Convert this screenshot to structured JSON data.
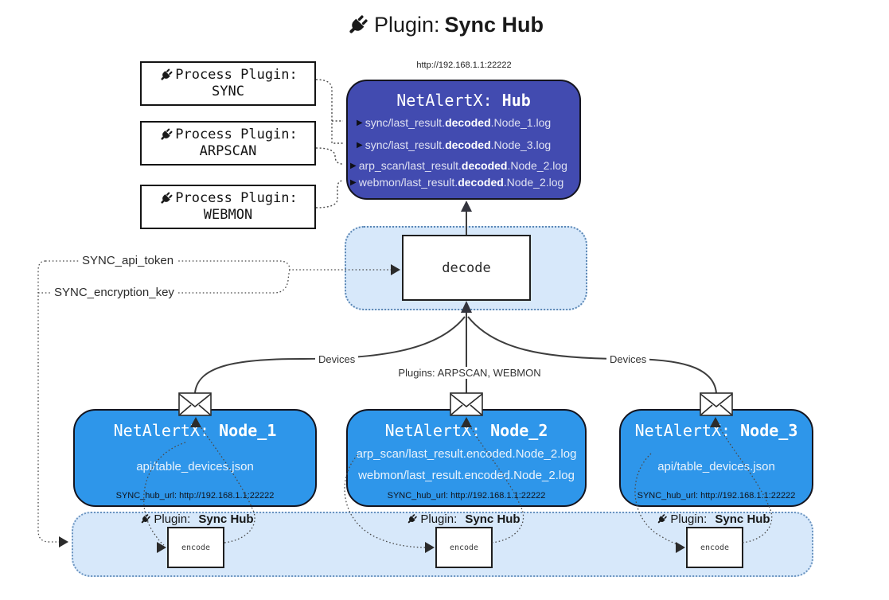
{
  "title": {
    "prefix": "Plugin:",
    "bold": "Sync Hub"
  },
  "process_plugins": [
    {
      "label": "Process Plugin:",
      "name": "SYNC"
    },
    {
      "label": "Process Plugin:",
      "name": "ARPSCAN"
    },
    {
      "label": "Process Plugin:",
      "name": "WEBMON"
    }
  ],
  "hub": {
    "url": "http://192.168.1.1:22222",
    "title_prefix": "NetAlertX:",
    "title_bold": "Hub",
    "logs": [
      {
        "pre": "sync/last_result.",
        "bold": "decoded",
        "post": ".Node_1.log"
      },
      {
        "pre": "sync/last_result.",
        "bold": "decoded",
        "post": ".Node_3.log"
      },
      {
        "pre": "arp_scan/last_result.",
        "bold": "decoded",
        "post": ".Node_2.log"
      },
      {
        "pre": "webmon/last_result.",
        "bold": "decoded",
        "post": ".Node_2.log"
      }
    ]
  },
  "decode_label": "decode",
  "secrets": {
    "api_token": "SYNC_api_token",
    "encryption_key": "SYNC_encryption_key"
  },
  "edge_labels": {
    "devices_left": "Devices",
    "plugins_center": "Plugins: ARPSCAN, WEBMON",
    "devices_right": "Devices"
  },
  "nodes": [
    {
      "title_prefix": "NetAlertX:",
      "title_bold": "Node_1",
      "files": [
        "api/table_devices.json"
      ],
      "hub_url": "SYNC_hub_url: http://192.168.1.1:22222"
    },
    {
      "title_prefix": "NetAlertX:",
      "title_bold": "Node_2",
      "files": [
        "arp_scan/last_result.encoded.Node_2.log",
        "webmon/last_result.encoded.Node_2.log"
      ],
      "hub_url": "SYNC_hub_url: http://192.168.1.1:22222"
    },
    {
      "title_prefix": "NetAlertX:",
      "title_bold": "Node_3",
      "files": [
        "api/table_devices.json"
      ],
      "hub_url": "SYNC_hub_url: http://192.168.1.1:22222"
    }
  ],
  "encode_sections": [
    {
      "plugin_prefix": "Plugin:",
      "plugin_bold": "Sync Hub",
      "encode_label": "encode"
    },
    {
      "plugin_prefix": "Plugin:",
      "plugin_bold": "Sync Hub",
      "encode_label": "encode"
    },
    {
      "plugin_prefix": "Plugin:",
      "plugin_bold": "Sync Hub",
      "encode_label": "encode"
    }
  ],
  "colors": {
    "hub_fill": "#424bb0",
    "node_fill": "#2e96ea",
    "panel_fill": "#d7e8fa",
    "panel_border": "#5b87b5",
    "line": "#3d3d3d"
  }
}
